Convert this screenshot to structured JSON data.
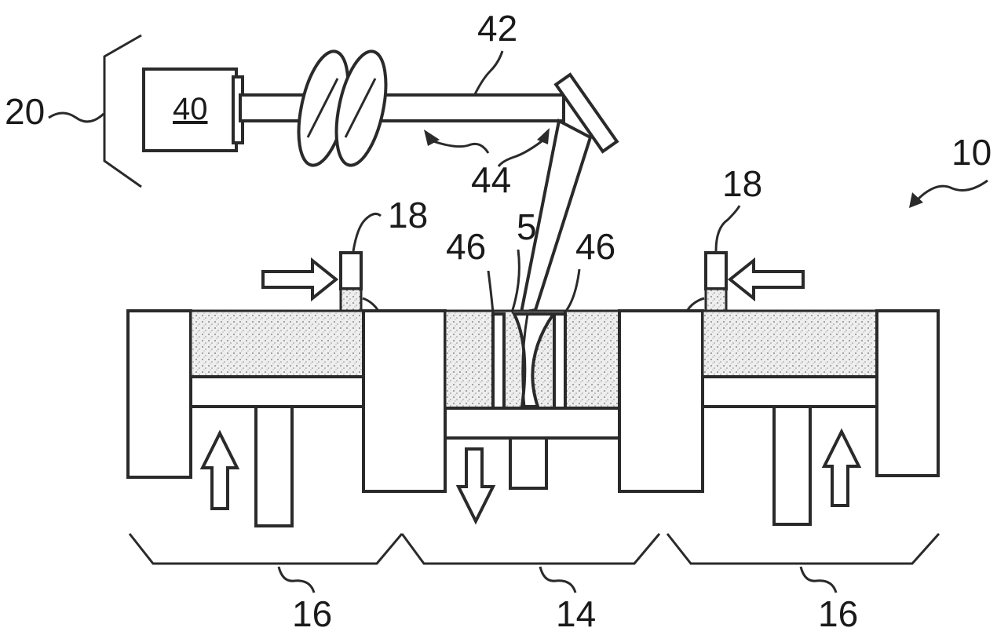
{
  "labels": {
    "system": "10",
    "part": "5",
    "build_region": "14",
    "supply_region_left": "16",
    "supply_region_right": "16",
    "recoater_left": "18",
    "recoater_right": "18",
    "irradiation_system": "20",
    "energy_source": "40",
    "beam": "42",
    "beam_direction": "44",
    "wall_left": "46",
    "wall_right": "46"
  },
  "colors": {
    "line": "#2a2a2a",
    "background": "#ffffff",
    "powder_dot": "#6b6b6b"
  }
}
